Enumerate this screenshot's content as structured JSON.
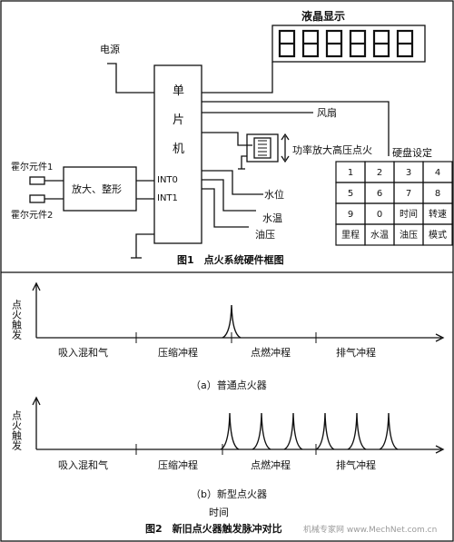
{
  "fig1": {
    "display_label": "液晶显示",
    "digits": [
      "8",
      "8",
      "8",
      "8",
      "8",
      "8"
    ],
    "power_label": "电源",
    "mcu_chars": [
      "单",
      "片",
      "机"
    ],
    "int0": "INT0",
    "int1": "INT1",
    "hall1": "霍尔元件1",
    "hall2": "霍尔元件2",
    "amp_label": "放大、整形",
    "fan_label": "风扇",
    "ignition_label": "功率放大高压点火",
    "keyboard_label": "硬盘设定",
    "water_level_label": "水位",
    "water_temp_label": "水温",
    "oil_pressure_label": "油压",
    "keys": [
      [
        "1",
        "2",
        "3",
        "4"
      ],
      [
        "5",
        "6",
        "7",
        "8"
      ],
      [
        "9",
        "0",
        "时间",
        "转速"
      ],
      [
        "里程",
        "水温",
        "油压",
        "模式"
      ]
    ],
    "caption": "图1　点火系统硬件框图"
  },
  "fig2": {
    "y_label_a": "点火触发",
    "y_label_b": "点火触发",
    "strokes": [
      "吸入混和气",
      "压缩冲程",
      "点燃冲程",
      "排气冲程"
    ],
    "caption_a": "（a）普通点火器",
    "caption_b": "（b）新型点火器",
    "x_label": "时间",
    "caption": "图2　新旧点火器触发脉冲对比",
    "watermark": "机械专家网 www.MechNet.com.cn",
    "pulses_a": 1,
    "pulses_b": 6
  }
}
